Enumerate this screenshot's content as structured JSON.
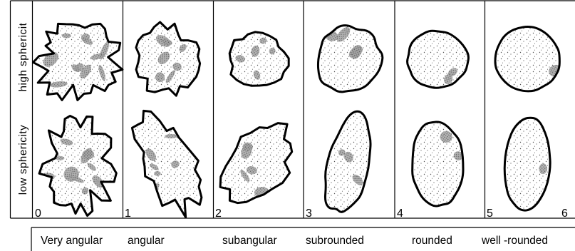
{
  "diagram": {
    "y_labels": {
      "low": "low sphericity",
      "high": "high sphericit"
    },
    "scale_numbers": [
      "0",
      "1",
      "2",
      "3",
      "4",
      "5",
      "6"
    ],
    "categories": [
      "Very angular",
      "angular",
      "subangular",
      "subrounded",
      "rounded",
      "well -rounded"
    ],
    "colors": {
      "outline": "#000000",
      "stipple": "#555555",
      "shade": "#8f8f8f",
      "background": "#ffffff"
    }
  }
}
